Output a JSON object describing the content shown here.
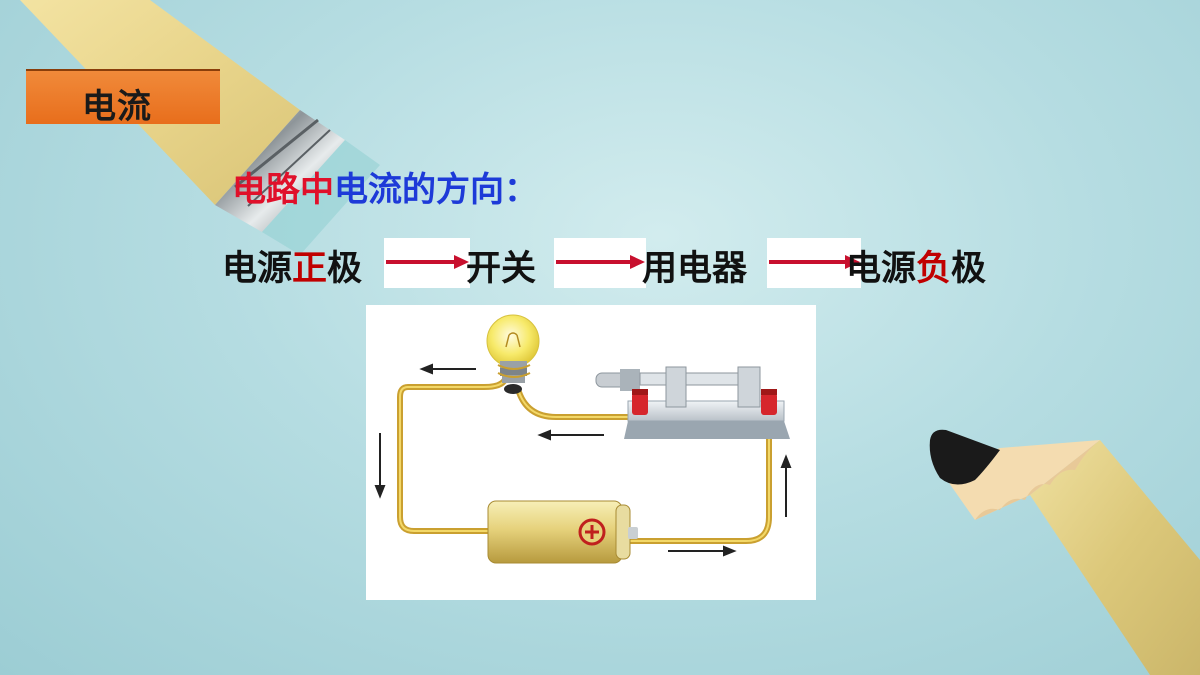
{
  "header": {
    "title": "电流"
  },
  "subtitle": {
    "part_red": "电路中",
    "part_blue": "电流的方向："
  },
  "flow": {
    "step1_a": "电源",
    "step1_b": "正",
    "step1_c": "极",
    "step2": "开关",
    "step3": "用电器",
    "step4_a": "电源",
    "step4_b": "负",
    "step4_c": "极"
  },
  "colors": {
    "title_bg": "#e86e1c",
    "red_text": "#e0102a",
    "blue_text": "#1d3ad8",
    "arrow": "#c8102e",
    "wire": "#e6b628"
  },
  "icons": [
    "pencil-eraser",
    "pencil-tip",
    "light-bulb-icon",
    "knife-switch-icon",
    "battery-icon",
    "plus-icon"
  ]
}
